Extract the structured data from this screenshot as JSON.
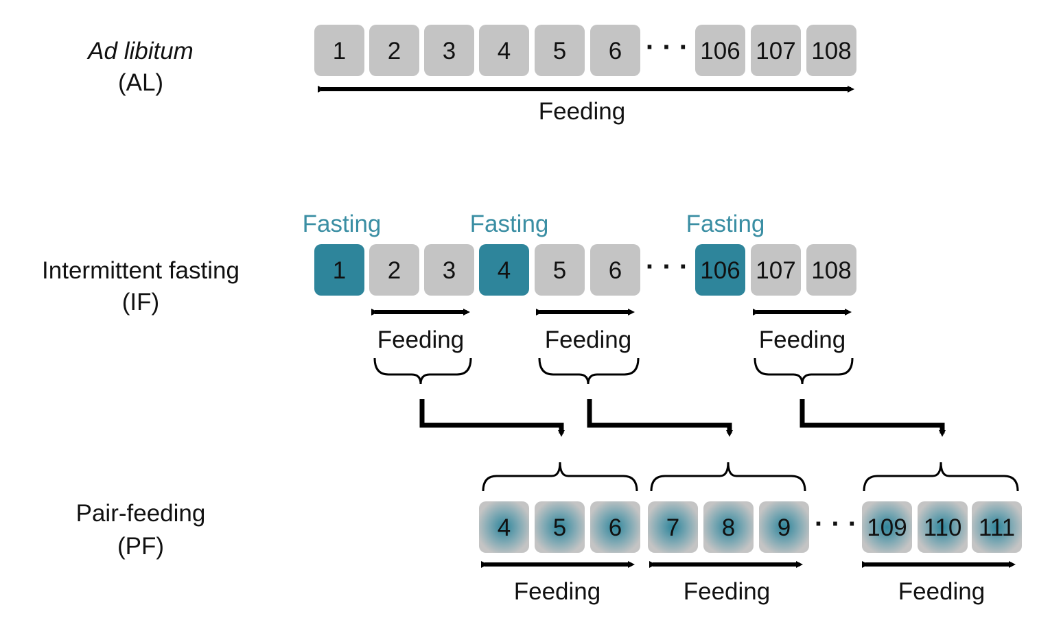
{
  "colors": {
    "day_gray": "#c4c4c4",
    "fasting_teal": "#2e859b",
    "fasting_label": "#3a8ea3",
    "text": "#111111",
    "arrow": "#000000"
  },
  "ellipsis": "· · ·",
  "groups": {
    "al": {
      "name": "Ad libitum",
      "abbr": "(AL)",
      "days": [
        "1",
        "2",
        "3",
        "4",
        "5",
        "6",
        "106",
        "107",
        "108"
      ],
      "feeding_label": "Feeding"
    },
    "if": {
      "name": "Intermittent fasting",
      "abbr": "(IF)",
      "days": [
        "1",
        "2",
        "3",
        "4",
        "5",
        "6",
        "106",
        "107",
        "108"
      ],
      "fasting_days": [
        "1",
        "4",
        "106"
      ],
      "fasting_label": "Fasting",
      "feeding_label": "Feeding"
    },
    "pf": {
      "name": "Pair-feeding",
      "abbr": "(PF)",
      "days": [
        "4",
        "5",
        "6",
        "7",
        "8",
        "9",
        "109",
        "110",
        "111"
      ],
      "feeding_label": "Feeding"
    }
  }
}
